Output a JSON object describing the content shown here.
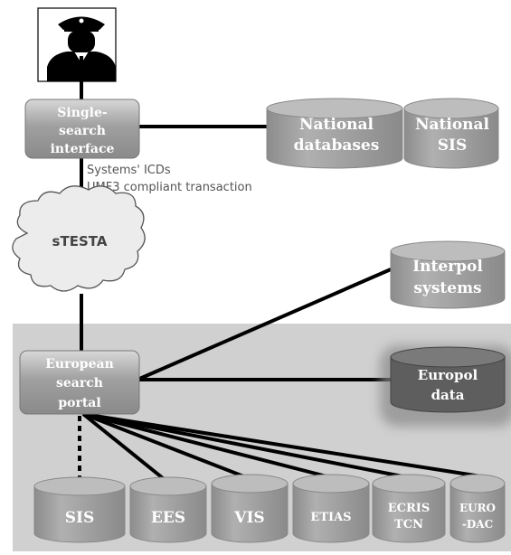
{
  "user": {
    "icon": "police-officer-icon"
  },
  "single_search": {
    "line1": "Single-",
    "line2": "search",
    "line3": "interface"
  },
  "national_db": {
    "line1": "National",
    "line2": "databases"
  },
  "national_sis": {
    "line1": "National",
    "line2": "SIS"
  },
  "annotation": {
    "line1": "Systems' ICDs",
    "line2": "UMF3 compliant transaction"
  },
  "network": {
    "label": "sTESTA"
  },
  "interpol": {
    "line1": "Interpol",
    "line2": "systems"
  },
  "esp": {
    "line1": "European",
    "line2": "search",
    "line3": "portal"
  },
  "europol": {
    "line1": "Europol",
    "line2": "data"
  },
  "systems": [
    {
      "line1": "SIS",
      "line2": ""
    },
    {
      "line1": "EES",
      "line2": ""
    },
    {
      "line1": "VIS",
      "line2": ""
    },
    {
      "line1": "ETIAS",
      "line2": ""
    },
    {
      "line1": "ECRIS",
      "line2": "TCN"
    },
    {
      "line1": "EURO",
      "line2": "-DAC"
    }
  ],
  "colors": {
    "eu_zone": "#d0d0d0",
    "cylinder": "#999999",
    "cylinder_dark": "#555555",
    "box": "#9a9a9a",
    "line": "#000000"
  }
}
